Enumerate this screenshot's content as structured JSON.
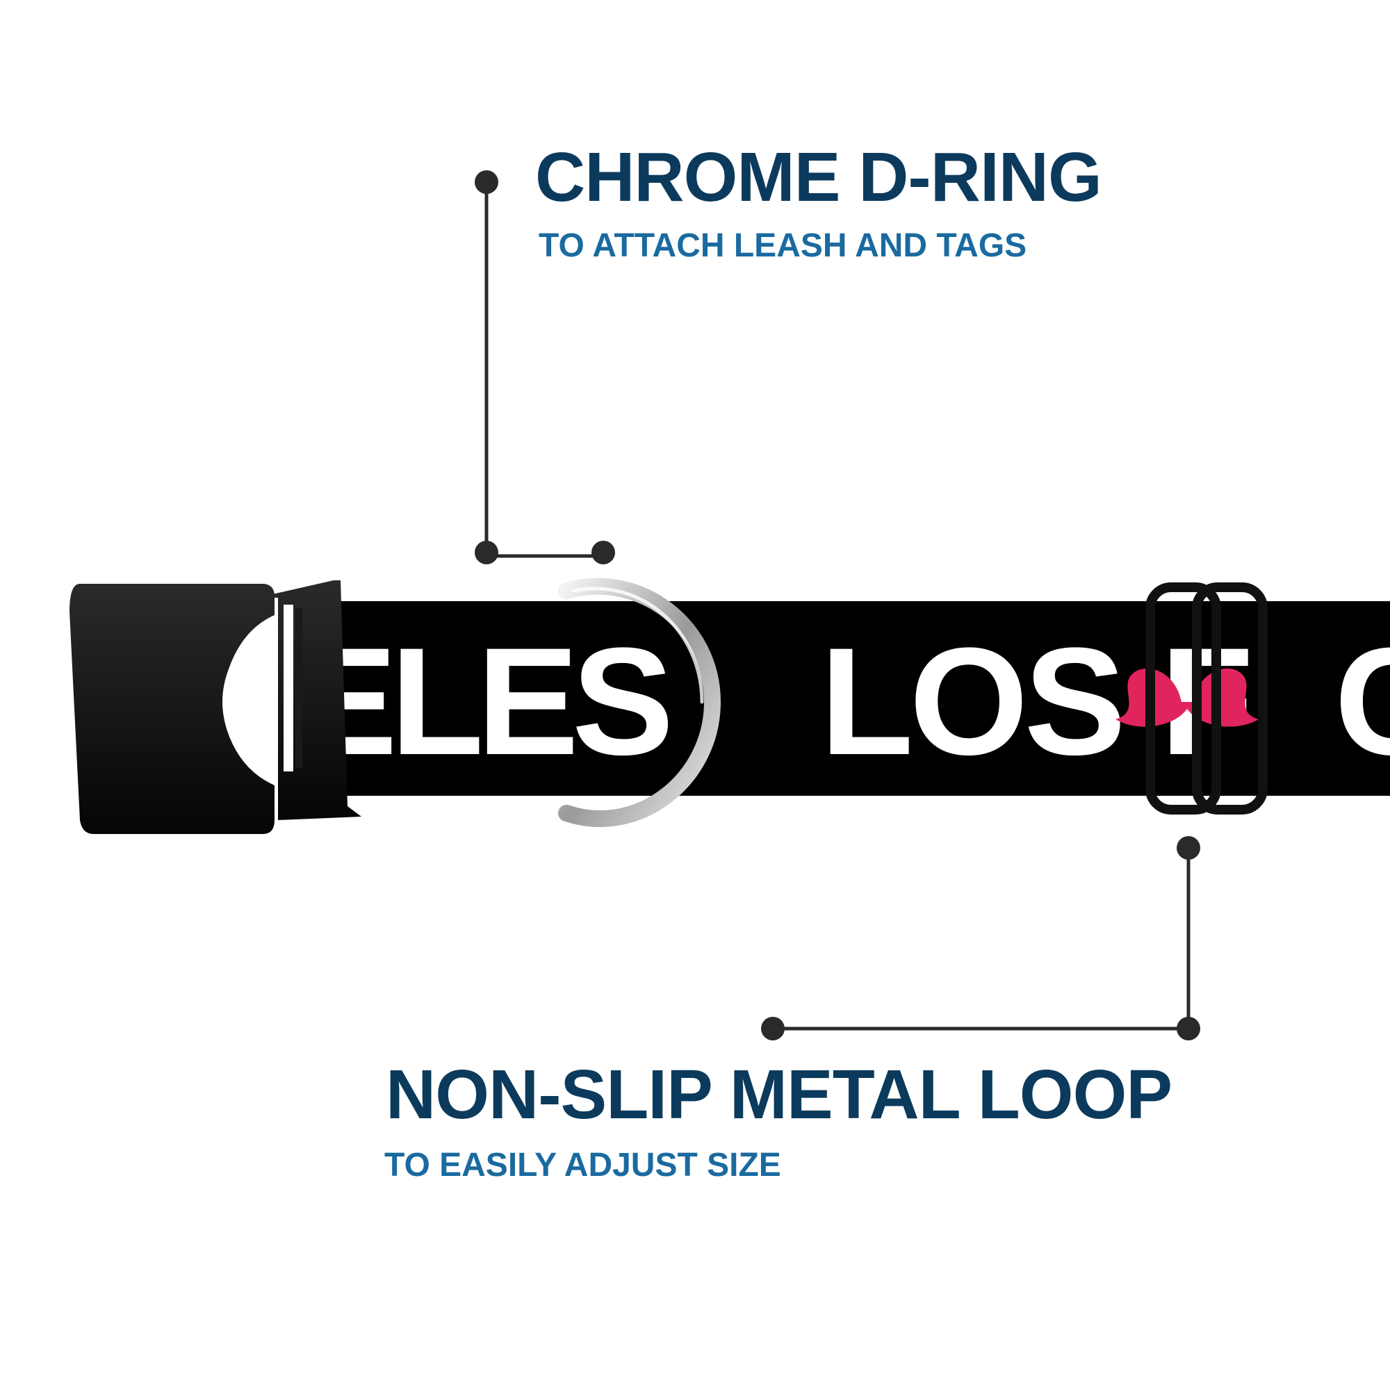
{
  "callouts": {
    "d_ring": {
      "title": "CHROME D-RING",
      "subtitle": "TO ATTACH LEASH AND TAGS"
    },
    "loop": {
      "title": "NON-SLIP METAL LOOP",
      "subtitle": "TO EASILY ADJUST SIZE"
    }
  },
  "collar": {
    "print_left": "ELES",
    "print_right": "LOS F",
    "print_edge": "C",
    "strap_color": "#000000",
    "print_color": "#ffffff",
    "mustache_color": "#e0245e",
    "buckle_color": "#111111",
    "ring_color": "#c9c9c9"
  },
  "colors": {
    "title": "#0c3a5c",
    "subtitle": "#1a6aa0",
    "leader": "#2a2a2a"
  }
}
